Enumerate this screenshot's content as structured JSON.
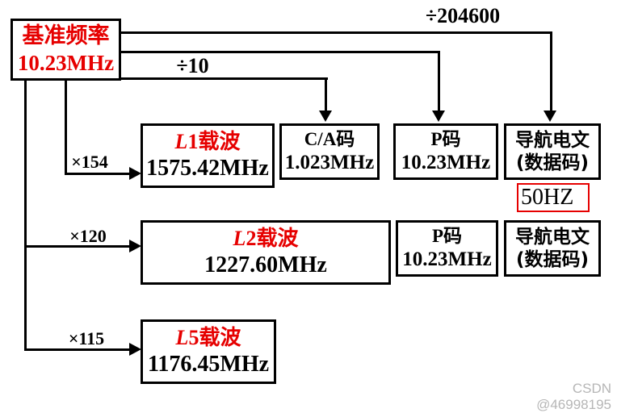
{
  "colors": {
    "accent_red": "#e60000",
    "line_black": "#000000",
    "watermark_gray": "#b6b6b6"
  },
  "reference": {
    "name": "基准频率",
    "freq": "10.23MHz"
  },
  "labels": {
    "div_nav": "÷204600",
    "div_ca": "÷10",
    "mul_l1": "×154",
    "mul_l2": "×120",
    "mul_l5": "×115"
  },
  "row1": {
    "carrier": {
      "l": "L",
      "rest": "1载波",
      "freq": "1575.42MHz"
    },
    "ca": {
      "title": "C/A码",
      "freq": "1.023MHz"
    },
    "p": {
      "title": "P码",
      "freq": "10.23MHz"
    },
    "nav": {
      "title": "导航电文",
      "sub": "(数据码)"
    },
    "hz": "50HZ"
  },
  "row2": {
    "carrier": {
      "l": "L",
      "rest": "2载波",
      "freq": "1227.60MHz"
    },
    "p": {
      "title": "P码",
      "freq": "10.23MHz"
    },
    "nav": {
      "title": "导航电文",
      "sub": "(数据码)"
    }
  },
  "row3": {
    "carrier": {
      "l": "L",
      "rest": "5载波",
      "freq": "1176.45MHz"
    }
  },
  "watermark": "CSDN @46998195"
}
